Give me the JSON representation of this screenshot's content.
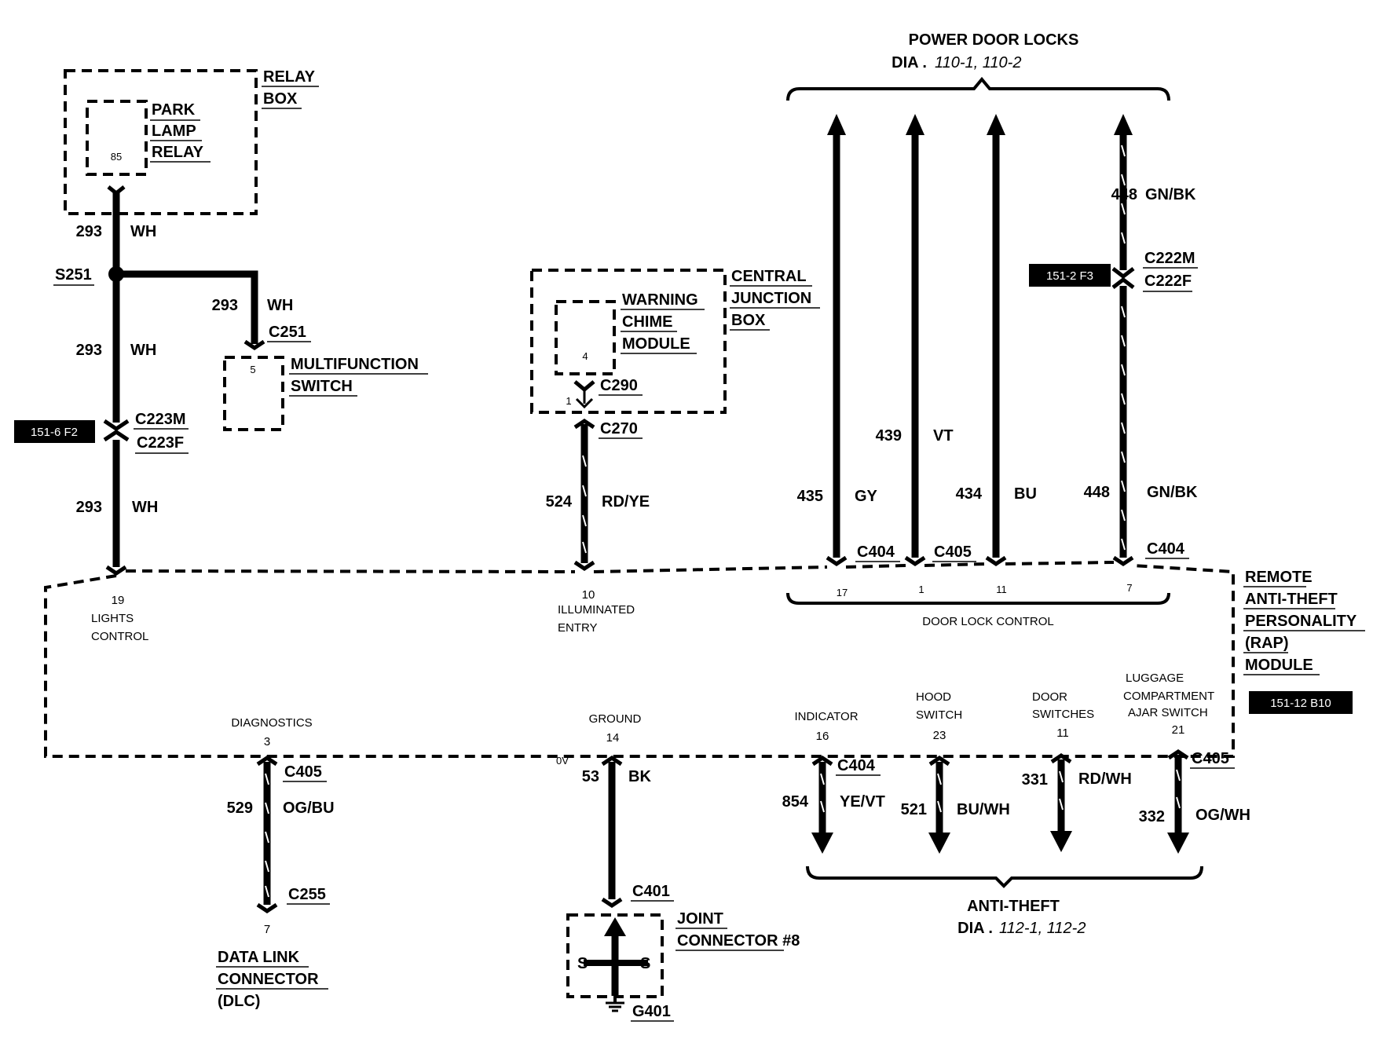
{
  "power_door_locks": {
    "title": "POWER DOOR LOCKS",
    "dia_prefix": "DIA .",
    "dia_pages": "110-1, 110-2"
  },
  "anti_theft": {
    "title": "ANTI-THEFT",
    "dia_prefix": "DIA .",
    "dia_pages": "112-1, 112-2"
  },
  "relay_box": {
    "line1": "RELAY",
    "line2": "BOX"
  },
  "park_lamp_relay": {
    "line1": "PARK",
    "line2": "LAMP",
    "line3": "RELAY",
    "pin": "85"
  },
  "splice": "S251",
  "wire_293": {
    "circuit": "293",
    "color": "WH"
  },
  "c251": "C251",
  "multifunction_switch": {
    "line1": "MULTIFUNCTION",
    "line2": "SWITCH",
    "pin": "5"
  },
  "ref_151_6": "151-6 F2",
  "c223m": "C223M",
  "c223f": "C223F",
  "central_junction_box": {
    "line1": "CENTRAL",
    "line2": "JUNCTION",
    "line3": "BOX"
  },
  "warning_chime_module": {
    "line1": "WARNING",
    "line2": "CHIME",
    "line3": "MODULE",
    "pin": "4"
  },
  "c290": {
    "name": "C290",
    "pin": "1"
  },
  "c270": "C270",
  "wire_524": {
    "circuit": "524",
    "color": "RD/YE"
  },
  "wire_435": {
    "circuit": "435",
    "color": "GY"
  },
  "wire_439": {
    "circuit": "439",
    "color": "VT"
  },
  "wire_434": {
    "circuit": "434",
    "color": "BU"
  },
  "wire_448_top": {
    "circuit": "448",
    "color": "GN/BK"
  },
  "wire_448_bottom": {
    "circuit": "448",
    "color": "GN/BK"
  },
  "ref_151_2": "151-2 F3",
  "c222m": "C222M",
  "c222f": "C222F",
  "c404_a": "C404",
  "c405_a": "C405",
  "c404_b": "C404",
  "rap_module": {
    "line1": "REMOTE",
    "line2": "ANTI-THEFT",
    "line3": "PERSONALITY",
    "line4": "(RAP)",
    "line5": "MODULE"
  },
  "ref_151_12": "151-12 B10",
  "top_pins": {
    "lights": {
      "pin": "19",
      "label1": "LIGHTS",
      "label2": "CONTROL"
    },
    "entry": {
      "pin": "10",
      "label1": "ILLUMINATED",
      "label2": "ENTRY"
    },
    "p17": "17",
    "p1": "1",
    "p11": "11",
    "p7": "7",
    "door_lock_control": "DOOR LOCK CONTROL"
  },
  "bottom_pins": {
    "diagnostics": {
      "label": "DIAGNOSTICS",
      "pin": "3"
    },
    "ground": {
      "label": "GROUND",
      "pin": "14"
    },
    "indicator": {
      "label": "INDICATOR",
      "pin": "16"
    },
    "hood": {
      "label1": "HOOD",
      "label2": "SWITCH",
      "pin": "23"
    },
    "door_sw": {
      "label1": "DOOR",
      "label2": "SWITCHES",
      "pin": "11"
    },
    "luggage": {
      "label1": "LUGGAGE",
      "label2": "COMPARTMENT",
      "label3": "AJAR SWITCH",
      "pin": "21"
    }
  },
  "c405_b": "C405",
  "wire_529": {
    "circuit": "529",
    "color": "OG/BU"
  },
  "c255": "C255",
  "dlc": {
    "pin": "7",
    "line1": "DATA LINK",
    "line2": "CONNECTOR",
    "line3": "(DLC)"
  },
  "voltage": "0V",
  "wire_53": {
    "circuit": "53",
    "color": "BK"
  },
  "c401": "C401",
  "joint_connector": {
    "line1": "JOINT",
    "line2": "CONNECTOR #8"
  },
  "g401": "G401",
  "c404_c": "C404",
  "wire_854": {
    "circuit": "854",
    "color": "YE/VT"
  },
  "wire_521": {
    "circuit": "521",
    "color": "BU/WH"
  },
  "wire_331": {
    "circuit": "331",
    "color": "RD/WH"
  },
  "c405_c": "C405",
  "wire_332": {
    "circuit": "332",
    "color": "OG/WH"
  }
}
